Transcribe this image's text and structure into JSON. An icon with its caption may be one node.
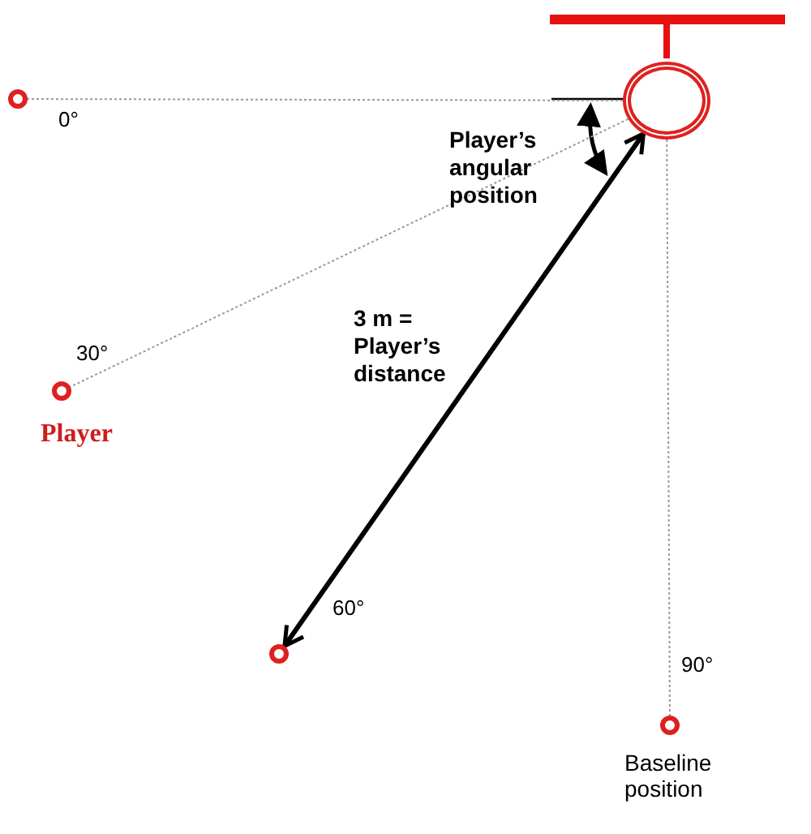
{
  "diagram": {
    "nodes": [
      {
        "text": [],
        "shape": "circle"
      },
      {
        "text": [],
        "shape": "circle",
        "beside": [
          "0°"
        ]
      },
      {
        "text": [],
        "shape": "circle",
        "beside": [
          "30°",
          "Player"
        ]
      },
      {
        "text": [],
        "shape": "circle",
        "beside": [
          "60°"
        ]
      },
      {
        "text": [],
        "shape": "circle",
        "beside": [
          "90°",
          "Baseline position"
        ]
      }
    ],
    "edges": [
      {
        "from": 0,
        "to": 1,
        "arrow": "none",
        "style": "dashed"
      },
      {
        "from": 0,
        "to": 2,
        "arrow": "none",
        "style": "dashed"
      },
      {
        "from": 0,
        "to": 3,
        "arrow": "both",
        "style": "thick",
        "color": "#000000",
        "label": "3 m = Player’s distance"
      },
      {
        "from": 0,
        "to": 4,
        "arrow": "none",
        "style": "dashed"
      }
    ],
    "labels": [
      "Player’s angular position"
    ]
  }
}
